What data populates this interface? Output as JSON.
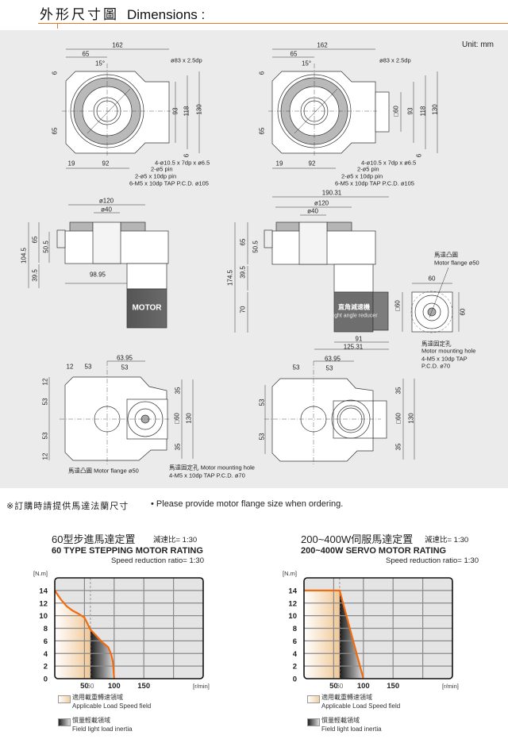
{
  "header": {
    "title_zh": "外形尺寸圖",
    "title_en": "Dimensions :"
  },
  "unit": "Unit: mm",
  "views": {
    "top_left": {
      "labels": [
        "162",
        "65",
        "15°",
        "ø83 x 2.5dp",
        "6",
        "93",
        "118",
        "130",
        "65",
        "6",
        "19",
        "92",
        "4-ø10.5 x 7dp x ø6.5",
        "2-ø5 pin",
        "2-ø5 x 10dp pin",
        "6-M5 x 10dp TAP P.C.D. ø105"
      ]
    },
    "top_right": {
      "labels": [
        "162",
        "65",
        "15°",
        "ø83 x 2.5dp",
        "6",
        "□60",
        "93",
        "118",
        "130",
        "65",
        "6",
        "19",
        "92",
        "4-ø10.5 x 7dp x ø6.5",
        "2-ø5 pin",
        "2-ø5 x 10dp pin",
        "6-M5 x 10dp TAP P.C.D. ø105"
      ]
    },
    "side_left": {
      "labels": [
        "ø120",
        "ø40",
        "104.5",
        "65",
        "50.5",
        "39.5",
        "98.95"
      ],
      "motor_label": "MOTOR"
    },
    "side_right": {
      "labels": [
        "190.31",
        "ø120",
        "ø40",
        "174.5",
        "65",
        "50.5",
        "39.5",
        "70",
        "□60",
        "91",
        "125.31"
      ],
      "reducer_zh": "直角減速機",
      "reducer_en": "Right angle reducer"
    },
    "flange": {
      "labels": [
        "60",
        "60"
      ],
      "flange_zh": "馬達凸圓",
      "flange_en": "Motor flange ø50",
      "hole_zh": "馬達固定孔",
      "hole_en": "Motor mounting hole",
      "hole_spec1": "4-M5 x 10dp TAP",
      "hole_spec2": "P.C.D. ø70"
    },
    "plan_left": {
      "labels": [
        "63.95",
        "12",
        "53",
        "53",
        "12",
        "53",
        "53",
        "12",
        "35",
        "□60",
        "130",
        "35"
      ],
      "flange_callout": "馬達凸圓  Motor flange ø50",
      "hole_callout1": "馬達固定孔  Motor mounting hole",
      "hole_callout2": "4-M5 x 10dp TAP P.C.D. ø70"
    },
    "plan_right": {
      "labels": [
        "63.95",
        "53",
        "53",
        "53",
        "53",
        "35",
        "□60",
        "130",
        "35"
      ]
    }
  },
  "note": {
    "zh": "※訂購時請提供馬達法蘭尺寸",
    "en": "• Please provide motor flange size when ordering."
  },
  "colors": {
    "accent": "#e87722",
    "curve": "#f26b0f",
    "panel": "#ebebeb",
    "plot_bg": "#e4e4e4"
  },
  "chart_data": [
    {
      "type": "area",
      "title_zh": "60型步進馬達定置",
      "ratio_zh": "減速比= 1:30",
      "title": "60 TYPE STEPPING MOTOR RATING",
      "subtitle": "Speed reduction ratio= 1:30",
      "ylabel": "[N.m]",
      "xlabel": "[r/min]",
      "xlim": [
        0,
        250
      ],
      "ylim": [
        0,
        16
      ],
      "xticks": [
        50,
        60,
        100,
        150
      ],
      "yticks": [
        0,
        2,
        4,
        6,
        8,
        10,
        12,
        14
      ],
      "reference_x": 60,
      "grid": true,
      "curve": {
        "x": [
          0,
          10,
          20,
          30,
          40,
          50,
          60,
          70,
          80,
          90,
          95,
          98,
          100
        ],
        "y": [
          14,
          12.6,
          11.5,
          10.8,
          10.3,
          9.7,
          7.8,
          6.8,
          5.8,
          5.0,
          3.9,
          2.6,
          0
        ]
      },
      "legend": [
        {
          "zh": "適用載重轉速領域",
          "en": "Applicable Load Speed field"
        },
        {
          "zh": "慣量輕載領域",
          "en": "Field light load inertia"
        }
      ]
    },
    {
      "type": "area",
      "title_zh": "200~400W伺服馬達定置",
      "ratio_zh": "減速比= 1:30",
      "title": "200~400W SERVO MOTOR RATING",
      "subtitle": "Speed reduction ratio= 1:30",
      "ylabel": "[N.m]",
      "xlabel": "[r/min]",
      "xlim": [
        0,
        250
      ],
      "ylim": [
        0,
        16
      ],
      "xticks": [
        50,
        60,
        100,
        150
      ],
      "yticks": [
        0,
        2,
        4,
        6,
        8,
        10,
        12,
        14
      ],
      "reference_x": 60,
      "grid": true,
      "curve": {
        "x": [
          0,
          60,
          100
        ],
        "y": [
          14,
          14,
          0
        ]
      },
      "legend": [
        {
          "zh": "適用載重轉速領域",
          "en": "Applicable Load Speed field"
        },
        {
          "zh": "慣量輕載領域",
          "en": "Field light load inertia"
        }
      ]
    }
  ]
}
